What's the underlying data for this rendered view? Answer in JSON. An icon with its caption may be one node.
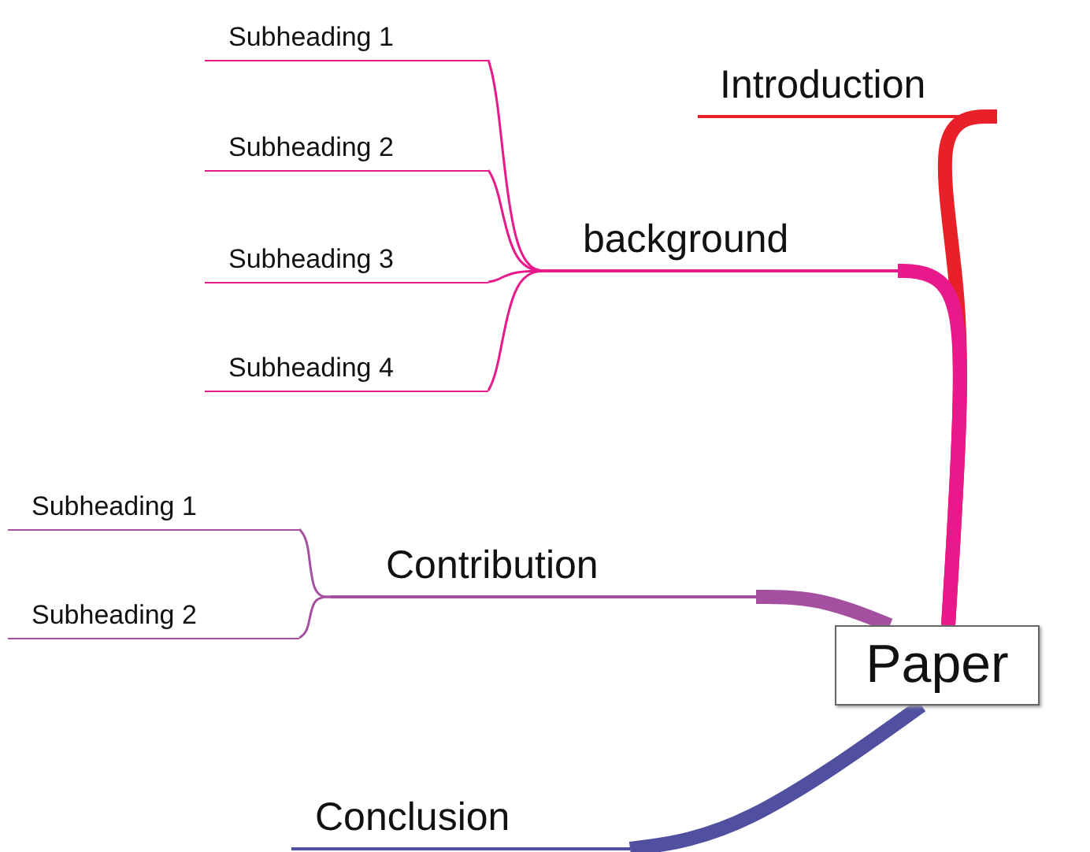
{
  "diagram": {
    "nodes": [
      {
        "text": [
          "Paper"
        ]
      },
      {
        "text": [
          "Introduction"
        ]
      },
      {
        "text": [
          "background"
        ]
      },
      {
        "text": [
          "Subheading 1"
        ]
      },
      {
        "text": [
          "Subheading 2"
        ]
      },
      {
        "text": [
          "Subheading 3"
        ]
      },
      {
        "text": [
          "Subheading 4"
        ]
      },
      {
        "text": [
          "Contribution"
        ]
      },
      {
        "text": [
          "Subheading 1"
        ]
      },
      {
        "text": [
          "Subheading 2"
        ]
      },
      {
        "text": [
          "Conclusion"
        ]
      }
    ],
    "edges": [
      {
        "from": 0,
        "to": 1,
        "arrow": "none",
        "style": "thick",
        "color": "#e8202a"
      },
      {
        "from": 0,
        "to": 2,
        "arrow": "none",
        "style": "thick",
        "color": "#e8198b"
      },
      {
        "from": 2,
        "to": 3,
        "arrow": "none",
        "color": "#e8198b"
      },
      {
        "from": 2,
        "to": 4,
        "arrow": "none",
        "color": "#e8198b"
      },
      {
        "from": 2,
        "to": 5,
        "arrow": "none",
        "color": "#e8198b"
      },
      {
        "from": 2,
        "to": 6,
        "arrow": "none",
        "color": "#e8198b"
      },
      {
        "from": 0,
        "to": 7,
        "arrow": "none",
        "style": "thick",
        "color": "#a44fa0"
      },
      {
        "from": 7,
        "to": 8,
        "arrow": "none",
        "color": "#a44fa0"
      },
      {
        "from": 7,
        "to": 9,
        "arrow": "none",
        "color": "#a44fa0"
      },
      {
        "from": 0,
        "to": 10,
        "arrow": "none",
        "style": "thick",
        "color": "#5150a0"
      }
    ]
  }
}
